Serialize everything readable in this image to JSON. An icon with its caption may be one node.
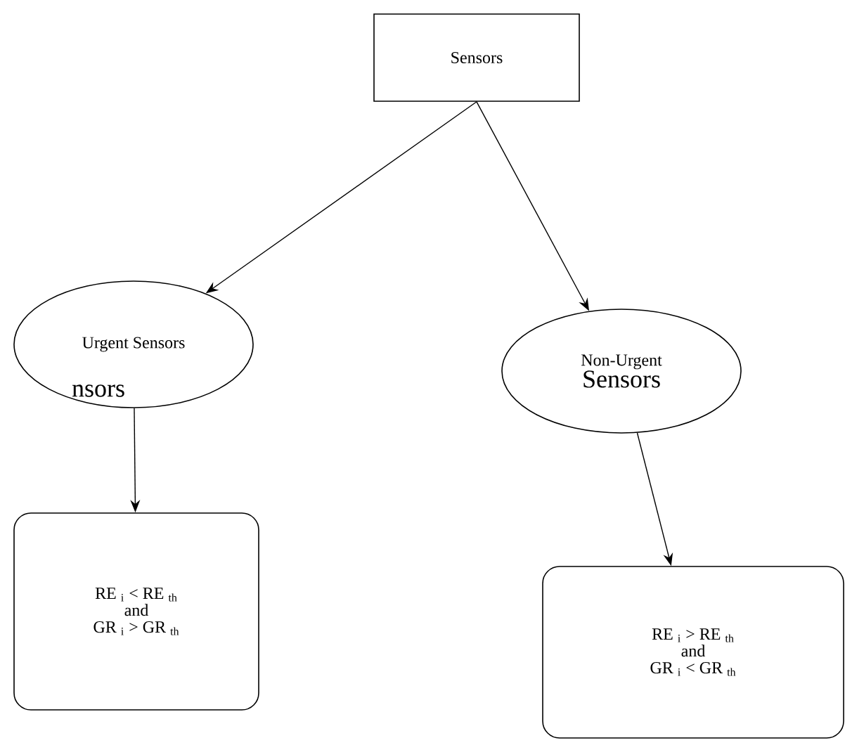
{
  "diagram": {
    "nodes": [
      {
        "text": [
          "Sensors"
        ]
      },
      {
        "text": [
          "Urgent Sensors"
        ]
      },
      {
        "text": [
          "Non-Urgent",
          "Sensors"
        ]
      },
      {
        "text": [
          "RE $_{i}$ < RE $_{th}$",
          "and",
          "GR $_{i}$ > GR $_{th}$"
        ]
      },
      {
        "text": [
          "RE $_{i}$ > RE $_{th}$",
          "and",
          "GR $_{i}$ < GR $_{th}$"
        ]
      }
    ],
    "edges": [
      {
        "from": 0,
        "to": 1,
        "arrow": "to"
      },
      {
        "from": 0,
        "to": 2,
        "arrow": "to"
      },
      {
        "from": 1,
        "to": 3,
        "arrow": "to"
      },
      {
        "from": 2,
        "to": 4,
        "arrow": "to"
      }
    ],
    "labels": [
      "nsors"
    ]
  }
}
